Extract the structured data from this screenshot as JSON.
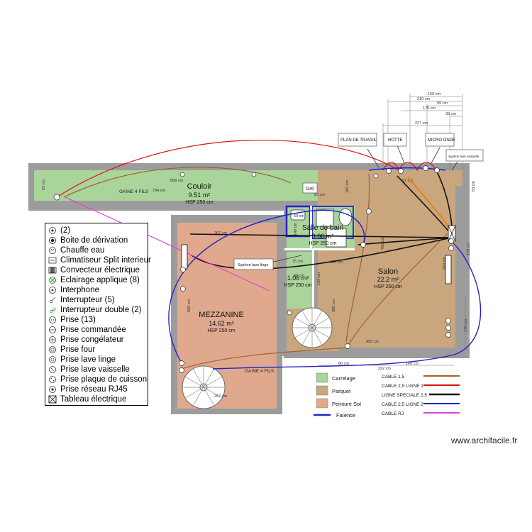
{
  "rooms": {
    "couloir": {
      "name": "Couloir",
      "area": "9.51 m²",
      "hsp": "HSP 250 cm"
    },
    "sdb": {
      "name": "Salle de bain",
      "area": "3.06 m²",
      "hsp": "HSP 250 cm"
    },
    "salon": {
      "name": "Salon",
      "area": "22.2 m²",
      "hsp": "HSP 250 cm"
    },
    "mezzanine": {
      "name": "MEZZANINE",
      "area": "14.62 m²",
      "hsp": "HSP 250 cm"
    },
    "wc": {
      "area": "1.06 m²",
      "hsp": "HSP 250 cm"
    }
  },
  "labels": {
    "gaine_top": "GAINE 4 FILS",
    "gaine_bottom": "GAINE 4 FILS",
    "d40": "D40",
    "syphon_lave_linge": "Syphon lave linge",
    "syphon_lave_vaisselle": "Syphon lave vaisselle",
    "plan_de_travail": "PLAN DE TRAVAIL",
    "hotte": "HOTTE",
    "micro_onde": "MICRO ONDE"
  },
  "dims": {
    "d150": "150 cm",
    "d210": "210 cm",
    "d99": "99 cm",
    "d175": "175 cm",
    "d39": "39 cm",
    "d227": "227 cm",
    "d898": "898 cm",
    "d784": "784 cm",
    "d93": "93 cm",
    "d267a": "267 cm",
    "d267b": "267 cm",
    "d569": "569 cm",
    "d152": "152 cm",
    "d75": "75 cm",
    "d300": "300 cm",
    "d495": "495 cm",
    "d80": "80 cm",
    "d322": "322 cm",
    "d160": "160 cm",
    "d176": "176 cm",
    "d83": "63 cm",
    "d120": "120 cm",
    "d100": "100 cm",
    "d60a": "60 cm",
    "d60b": "60 cm",
    "d140": "140 cm",
    "d159": "159 cm",
    "d560": "560 cm",
    "d450": "450 cm",
    "d83b": "83 cm",
    "d97": "97 cm"
  },
  "materials": [
    {
      "label": "Carrelage",
      "color": "#a9d49a"
    },
    {
      "label": "Parquet",
      "color": "#c9a67e"
    },
    {
      "label": "Peinture Sol",
      "color": "#e0a98e"
    }
  ],
  "faience_label": "Faïence",
  "cables": [
    {
      "label": "CABLE 1,5",
      "color": "#a0622d"
    },
    {
      "label": "CABLE 2,5 LIGNE 1",
      "color": "#e01010"
    },
    {
      "label": "LIGNE SPECIALE 2,5",
      "color": "#111111"
    },
    {
      "label": "CABLE 2,5 LIGNE 2",
      "color": "#2222cc"
    },
    {
      "label": "CABLE RJ",
      "color": "#e040d0"
    }
  ],
  "legend": [
    {
      "label": "(2)",
      "icon": "outlet-pair-icon"
    },
    {
      "label": "Boite de dérivation",
      "icon": "junction-box-icon"
    },
    {
      "label": "Chauffe eau",
      "icon": "water-heater-icon"
    },
    {
      "label": "Climatiseur Split interieur",
      "icon": "air-conditioner-icon"
    },
    {
      "label": "Convecteur électrique",
      "icon": "convector-icon"
    },
    {
      "label": "Eclairage applique (8)",
      "icon": "wall-light-icon"
    },
    {
      "label": "Interphone",
      "icon": "intercom-icon"
    },
    {
      "label": "Interrupteur (5)",
      "icon": "switch-icon"
    },
    {
      "label": "Interrupteur double (2)",
      "icon": "double-switch-icon"
    },
    {
      "label": "Prise (13)",
      "icon": "outlet-icon"
    },
    {
      "label": "Prise commandée",
      "icon": "controlled-outlet-icon"
    },
    {
      "label": "Prise congélateur",
      "icon": "freezer-outlet-icon"
    },
    {
      "label": "Prise four",
      "icon": "oven-outlet-icon"
    },
    {
      "label": "Prise lave linge",
      "icon": "washer-outlet-icon"
    },
    {
      "label": "Prise lave vaisselle",
      "icon": "dishwasher-outlet-icon"
    },
    {
      "label": "Prise plaque de cuisson",
      "icon": "hob-outlet-icon"
    },
    {
      "label": "Prise réseau RJ45",
      "icon": "rj45-outlet-icon"
    },
    {
      "label": "Tableau électrique",
      "icon": "electrical-panel-icon"
    }
  ],
  "watermark": "www.archifacile.fr",
  "colors": {
    "wall": "#9c9c9c",
    "tile": "#a9d49a",
    "parquet": "#c9a67e",
    "paint": "#e0a98e",
    "faience": "#2222cc"
  }
}
